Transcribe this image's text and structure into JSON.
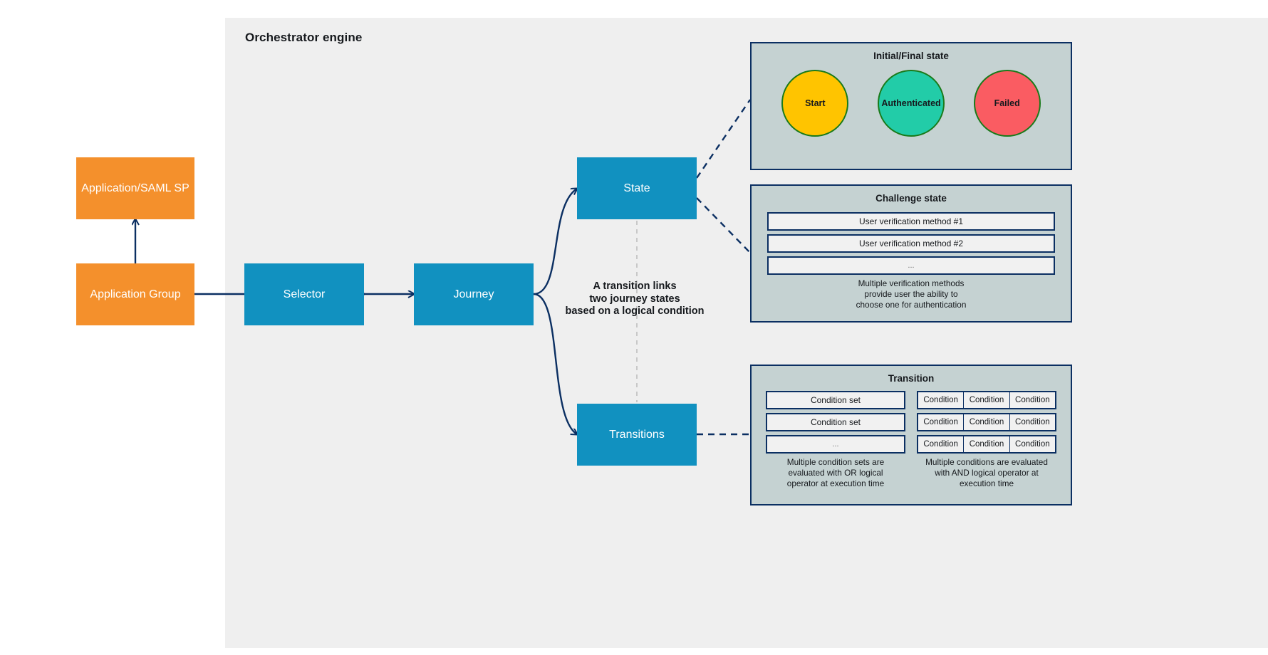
{
  "engine": {
    "title": "Orchestrator engine"
  },
  "nodes": {
    "app_saml": "Application/SAML SP",
    "app_group": "Application Group",
    "selector": "Selector",
    "journey": "Journey",
    "state": "State",
    "transitions": "Transitions"
  },
  "annotation": {
    "text": "A transition links\ntwo journey states\nbased on a logical condition"
  },
  "cards": {
    "initial_final": {
      "title": "Initial/Final state",
      "circles": [
        {
          "label": "Start",
          "fill": "#FFC400",
          "stroke": "#1a7a1a"
        },
        {
          "label": "Authenticated",
          "fill": "#22CCA8",
          "stroke": "#1a7a1a"
        },
        {
          "label": "Failed",
          "fill": "#FA5C62",
          "stroke": "#1a7a1a"
        }
      ]
    },
    "challenge": {
      "title": "Challenge state",
      "methods": [
        "User verification method #1",
        "User verification method #2",
        "..."
      ],
      "caption": "Multiple verification methods\nprovide user the ability to\nchoose one for authentication"
    },
    "transition": {
      "title": "Transition",
      "condition_sets": [
        "Condition set",
        "Condition set",
        "..."
      ],
      "sets_caption": "Multiple condition sets are\nevaluated with OR logical\noperator at execution time",
      "condition_grid": [
        [
          "Condition",
          "Condition",
          "Condition"
        ],
        [
          "Condition",
          "Condition",
          "Condition"
        ],
        [
          "Condition",
          "Condition",
          "Condition"
        ]
      ],
      "conditions_caption": "Multiple conditions are evaluated\nwith AND logical operator at\nexecution time"
    }
  },
  "colors": {
    "engine_bg": "#EFEFEF",
    "orange": "#F4902C",
    "blue": "#1191C0",
    "card_bg": "#C5D2D2",
    "stroke_navy": "#0B2F62",
    "page_bg": "#FFFFFF"
  }
}
